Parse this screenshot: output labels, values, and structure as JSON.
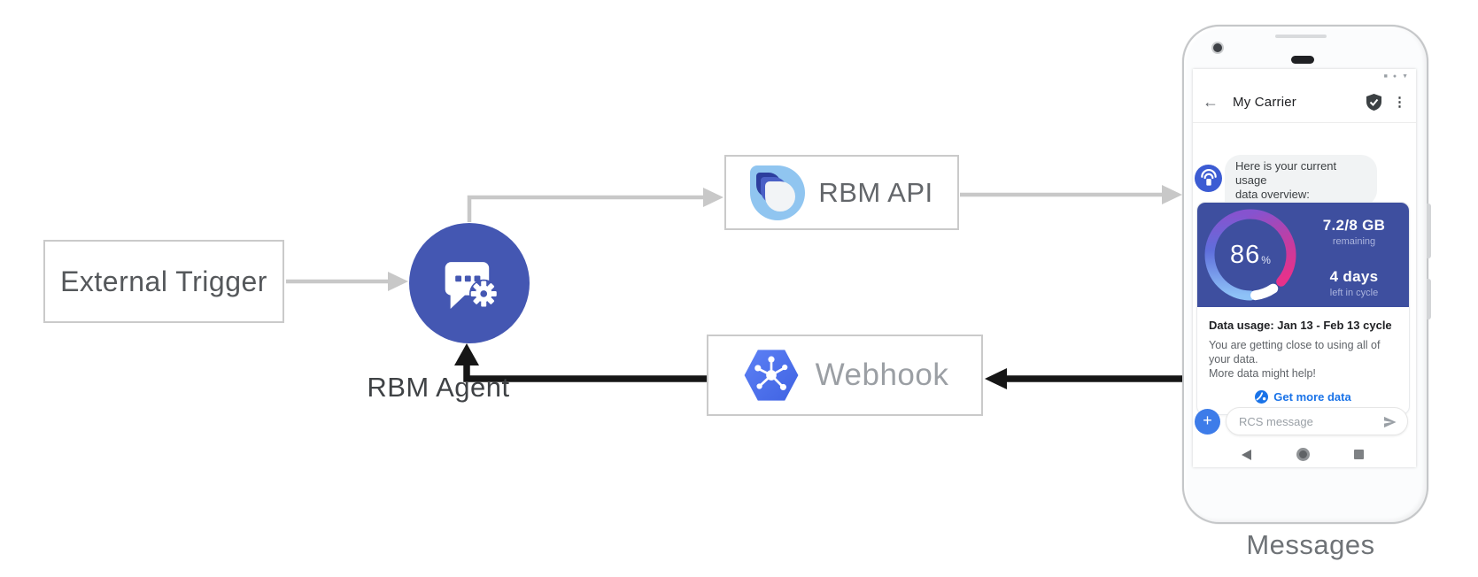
{
  "colors": {
    "agent_circle_blue": "#4457b2",
    "card_indigo": "#3e4f9f",
    "link_blue": "#1a73e8",
    "webhook_hex_blue": "#4b70ee",
    "rcs_logo_lightblue": "#90c5f0",
    "avatar_blue": "#3c5cd3",
    "plus_button_blue": "#3d7ce9",
    "gauge_gradient_start": "#8ec2f7",
    "gauge_gradient_end": "#e8318a",
    "arrow_gray": "#c8c8c8",
    "arrow_black": "#161616"
  },
  "diagram": {
    "external_trigger_label": "External Trigger",
    "rbm_agent_label": "RBM Agent",
    "rbm_api_label": "RBM API",
    "webhook_label": "Webhook",
    "phone_caption": "Messages"
  },
  "phone": {
    "statusbar": [
      "■",
      "●",
      "▼"
    ],
    "header": {
      "back_glyph": "←",
      "title": "My Carrier",
      "menu_glyph": "⋮"
    },
    "conversation": {
      "agent_message_line1": "Here is your current usage",
      "agent_message_line2": "data overview:"
    },
    "usage_card": {
      "gauge_percent": "86",
      "gauge_unit": "%",
      "stat1_value": "7.2/8 GB",
      "stat1_label": "remaining",
      "stat2_value": "4 days",
      "stat2_label": "left in cycle",
      "heading": "Data usage: Jan 13 - Feb 13 cycle",
      "body_line1": "You are getting close to using all of your data.",
      "body_line2": "More data might help!",
      "action_label": "Get more data"
    },
    "compose": {
      "plus_glyph": "+",
      "placeholder": "RCS message"
    }
  },
  "icons": {
    "back": "arrow-left-icon",
    "verified": "shield-check-icon",
    "menu": "kebab-menu-icon",
    "status": [
      "window-square-icon",
      "dot-icon",
      "triangle-down-icon"
    ],
    "carrier_avatar": "hotspot-wifi-icon",
    "agent": "chat-bubble-gear-icon",
    "rbm_api_logo": "rcs-drops-icon",
    "webhook": "hexagon-hub-icon",
    "action_globe": "globe-icon",
    "send": "send-arrow-icon",
    "plus": "plus-icon",
    "nav": [
      "back-triangle-icon",
      "home-circle-icon",
      "overview-square-icon"
    ]
  }
}
